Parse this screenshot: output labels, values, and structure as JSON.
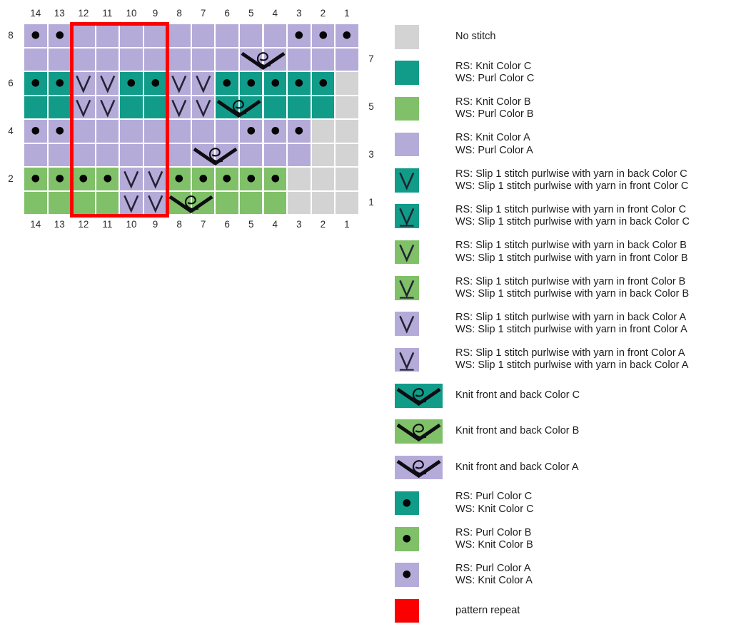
{
  "palette": {
    "color_a": "#b5abd9",
    "color_b": "#7fc068",
    "color_c": "#109c89",
    "no_stitch": "#d3d3d3",
    "repeat_red": "#fb0000",
    "dot": "#050505",
    "slip_stroke": "#232332",
    "kfb_stroke": "#0d0d12",
    "label_text": "#2b2b2b",
    "legend_text": "#1e1e1e"
  },
  "chart": {
    "column_labels": [
      "14",
      "13",
      "12",
      "11",
      "10",
      "9",
      "8",
      "7",
      "6",
      "5",
      "4",
      "3",
      "2",
      "1"
    ],
    "rows_left": [
      {
        "label": "8",
        "row_index": 0
      },
      {
        "label": "6",
        "row_index": 2
      },
      {
        "label": "4",
        "row_index": 4
      },
      {
        "label": "2",
        "row_index": 6
      }
    ],
    "rows_right": [
      {
        "label": "7",
        "row_index": 1
      },
      {
        "label": "5",
        "row_index": 3
      },
      {
        "label": "3",
        "row_index": 5
      },
      {
        "label": "1",
        "row_index": 7
      }
    ],
    "cell_codes_note": "first letter = color (A purple, B green, C teal, N no-stitch); d = purl dot; v = slip V",
    "grid": [
      [
        "Ad",
        "Ad",
        "A",
        "A",
        "A",
        "A",
        "A",
        "A",
        "A",
        "A",
        "A",
        "Ad",
        "Ad",
        "Ad"
      ],
      [
        "A",
        "A",
        "A",
        "A",
        "A",
        "A",
        "A",
        "A",
        "A",
        "A",
        "A",
        "A",
        "A",
        "A"
      ],
      [
        "Cd",
        "Cd",
        "Av",
        "Av",
        "Cd",
        "Cd",
        "Av",
        "Av",
        "Cd",
        "Cd",
        "Cd",
        "Cd",
        "Cd",
        "N"
      ],
      [
        "C",
        "C",
        "Av",
        "Av",
        "C",
        "C",
        "Av",
        "Av",
        "C",
        "C",
        "C",
        "C",
        "C",
        "N"
      ],
      [
        "Ad",
        "Ad",
        "A",
        "A",
        "A",
        "A",
        "A",
        "A",
        "A",
        "Ad",
        "Ad",
        "Ad",
        "N",
        "N"
      ],
      [
        "A",
        "A",
        "A",
        "A",
        "A",
        "A",
        "A",
        "A",
        "A",
        "A",
        "A",
        "A",
        "N",
        "N"
      ],
      [
        "Bd",
        "Bd",
        "Bd",
        "Bd",
        "Av",
        "Av",
        "Bd",
        "Bd",
        "Bd",
        "Bd",
        "Bd",
        "N",
        "N",
        "N"
      ],
      [
        "B",
        "B",
        "B",
        "B",
        "Av",
        "Av",
        "B",
        "B",
        "B",
        "B",
        "B",
        "N",
        "N",
        "N"
      ]
    ],
    "kfb_symbols": [
      {
        "row_index": 1,
        "col_index": 9
      },
      {
        "row_index": 3,
        "col_index": 8
      },
      {
        "row_index": 5,
        "col_index": 7
      },
      {
        "row_index": 7,
        "col_index": 6
      }
    ],
    "repeat_box": {
      "col_index": 2,
      "col_span": 4,
      "label": "pattern repeat"
    }
  },
  "legend": [
    {
      "color": "N",
      "symbol": null,
      "wide": false,
      "lines": [
        "No stitch"
      ]
    },
    {
      "color": "C",
      "symbol": null,
      "wide": false,
      "lines": [
        "RS: Knit Color C",
        "WS: Purl Color C"
      ]
    },
    {
      "color": "B",
      "symbol": null,
      "wide": false,
      "lines": [
        "RS: Knit Color B",
        "WS: Purl Color B"
      ]
    },
    {
      "color": "A",
      "symbol": null,
      "wide": false,
      "lines": [
        "RS: Knit Color A",
        "WS: Purl Color A"
      ]
    },
    {
      "color": "C",
      "symbol": "v",
      "wide": false,
      "lines": [
        "RS: Slip 1 stitch purlwise with yarn in back Color C",
        "WS: Slip 1 stitch purlwise with yarn in front Color C"
      ]
    },
    {
      "color": "C",
      "symbol": "vu",
      "wide": false,
      "lines": [
        "RS: Slip 1 stitch purlwise with yarn in front Color C",
        "WS: Slip 1 stitch purlwise with yarn in back Color C"
      ]
    },
    {
      "color": "B",
      "symbol": "v",
      "wide": false,
      "lines": [
        "RS: Slip 1 stitch purlwise with yarn in back Color B",
        "WS: Slip 1 stitch purlwise with yarn in front Color B"
      ]
    },
    {
      "color": "B",
      "symbol": "vu",
      "wide": false,
      "lines": [
        "RS: Slip 1 stitch purlwise with yarn in front Color B",
        "WS: Slip 1 stitch purlwise with yarn in back Color B"
      ]
    },
    {
      "color": "A",
      "symbol": "v",
      "wide": false,
      "lines": [
        "RS: Slip 1 stitch purlwise with yarn in back Color A",
        "WS: Slip 1 stitch purlwise with yarn in front Color A"
      ]
    },
    {
      "color": "A",
      "symbol": "vu",
      "wide": false,
      "lines": [
        "RS: Slip 1 stitch purlwise with yarn in front Color A",
        "WS: Slip 1 stitch purlwise with yarn in back Color A"
      ]
    },
    {
      "color": "C",
      "symbol": "kfb",
      "wide": true,
      "lines": [
        "Knit front and back Color C"
      ]
    },
    {
      "color": "B",
      "symbol": "kfb",
      "wide": true,
      "lines": [
        "Knit front and back Color B"
      ]
    },
    {
      "color": "A",
      "symbol": "kfb",
      "wide": true,
      "lines": [
        "Knit front and back Color A"
      ]
    },
    {
      "color": "C",
      "symbol": "dot",
      "wide": false,
      "lines": [
        "RS: Purl Color C",
        "WS: Knit Color C"
      ]
    },
    {
      "color": "B",
      "symbol": "dot",
      "wide": false,
      "lines": [
        "RS: Purl Color B",
        "WS: Knit Color B"
      ]
    },
    {
      "color": "A",
      "symbol": "dot",
      "wide": false,
      "lines": [
        "RS: Purl Color A",
        "WS: Knit Color A"
      ]
    },
    {
      "color": "R",
      "symbol": null,
      "wide": false,
      "lines": [
        "pattern repeat"
      ]
    }
  ]
}
